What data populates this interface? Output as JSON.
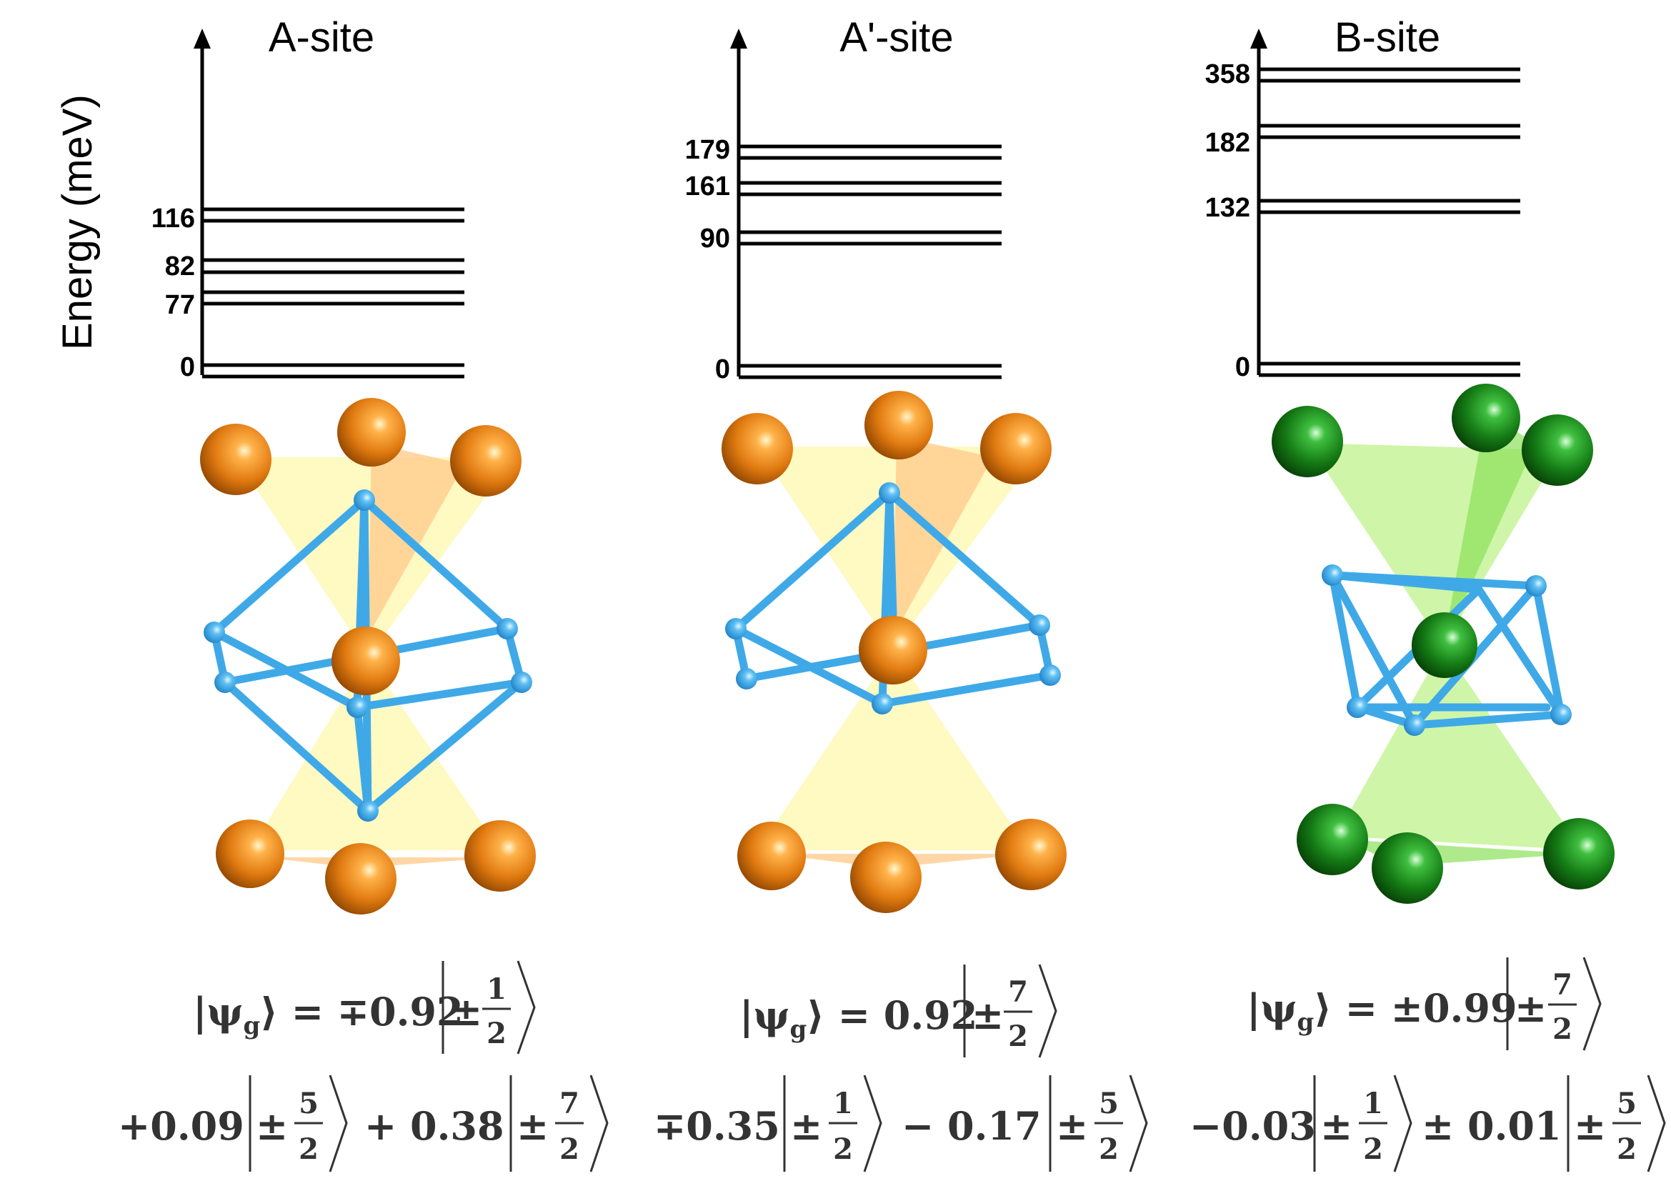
{
  "y_axis_label": "Energy (meV)",
  "panels": [
    {
      "title": "A-site",
      "level_labels": [
        "116",
        "82",
        "77",
        "0"
      ],
      "atom_color": "#e07a10",
      "wavefunction": {
        "line1": {
          "lhs": "|ψ",
          "sub": "g",
          "rhs": "⟩ = ∓0.92",
          "ket": {
            "pm": "±",
            "num": "1",
            "den": "2"
          }
        },
        "line2": [
          {
            "coef": "+0.09",
            "ket": {
              "pm": "±",
              "num": "5",
              "den": "2"
            }
          },
          {
            "coef": "+ 0.38",
            "ket": {
              "pm": "±",
              "num": "7",
              "den": "2"
            }
          }
        ]
      }
    },
    {
      "title": "A'-site",
      "level_labels": [
        "179",
        "161",
        "90",
        "0"
      ],
      "atom_color": "#e07a10",
      "wavefunction": {
        "line1": {
          "lhs": "|ψ",
          "sub": "g",
          "rhs": "⟩ = 0.92",
          "ket": {
            "pm": "±",
            "num": "7",
            "den": "2"
          }
        },
        "line2": [
          {
            "coef": "∓0.35",
            "ket": {
              "pm": "±",
              "num": "1",
              "den": "2"
            }
          },
          {
            "coef": "− 0.17",
            "ket": {
              "pm": "±",
              "num": "5",
              "den": "2"
            }
          }
        ]
      }
    },
    {
      "title": "B-site",
      "level_labels": [
        "358",
        "182",
        "132",
        "0"
      ],
      "atom_color": "#1e8a1e",
      "wavefunction": {
        "line1": {
          "lhs": "|ψ",
          "sub": "g",
          "rhs": "⟩ = ±0.99",
          "ket": {
            "pm": "±",
            "num": "7",
            "den": "2"
          }
        },
        "line2": [
          {
            "coef": "−0.03",
            "ket": {
              "pm": "±",
              "num": "1",
              "den": "2"
            }
          },
          {
            "coef": "± 0.01",
            "ket": {
              "pm": "±",
              "num": "5",
              "den": "2"
            }
          }
        ]
      }
    }
  ],
  "colors": {
    "bond": "#3fa9e8",
    "orange_atom": "#e07a10",
    "green_atom": "#1e8a1e"
  }
}
